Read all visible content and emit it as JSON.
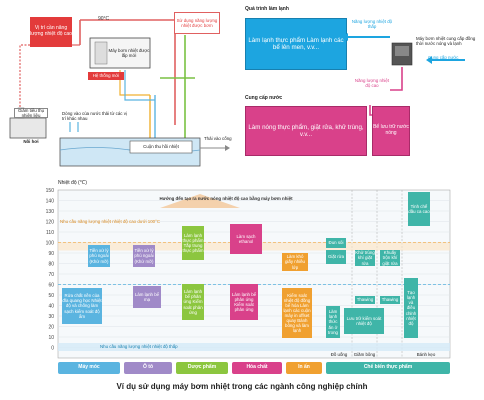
{
  "diagram_left": {
    "hot_label": "Vị trí cần năng lượng nhiệt độ cao",
    "temp_label": "90°C",
    "pump_supply_label": "Sử dụng năng lượng nhiệt được bơm",
    "new_heat_pump": "Máy bơm nhiệt được lắp mới",
    "existing_system": "Hệ thống mới",
    "boiler_label": "Giảm tiêu thụ nhiên liệu",
    "boiler": "Nồi hơi",
    "inflow_label": "Dòng vào của nước thải từ các vị trí khác nhau",
    "heat_recovery_coil": "Cuộn thu hồi nhiệt",
    "drain_label": "Thải vào cống"
  },
  "diagram_right": {
    "cooling_process_title": "Quá trình làm lạnh",
    "cooling_box": "Làm lạnh thực phẩm Làm lạnh các bể lên men, v.v...",
    "pump_heat_label": "Năng lượng nhiệt độ thấp",
    "heat_pump_desc": "Máy bơm nhiệt cung cấp đồng thời nước nóng và lạnh",
    "water_supply_label": "Cung cấp nước",
    "hot_energy_label": "Năng lượng nhiệt độ cao",
    "water_supply_title": "Cung cấp nước",
    "heating_box": "Làm nóng thực phẩm, giặt rửa, khử trùng, v.v...",
    "hot_tank": "Bể lưu trữ nước nóng"
  },
  "chart": {
    "axis_label": "Nhiệt độ (℃)",
    "y_ticks": [
      "150",
      "140",
      "130",
      "120",
      "110",
      "100",
      "90",
      "80",
      "70",
      "60",
      "50",
      "40",
      "30",
      "20",
      "10",
      "0"
    ],
    "top_banner": "Hướng đến tạo ra nước nóng nhiệt độ cao bằng máy bơm nhiệt",
    "orange_banner": "Nhu cầu năng lượng nhiệt nhiệt độ cao dưới 100°C",
    "blue_banner": "Nhu cầu năng lượng nhiệt nhiệt độ thấp",
    "caption": "Ví dụ sử dụng máy bơm nhiệt trong các ngành công nghiệp chính"
  },
  "categories": [
    {
      "label": "Máy móc",
      "color": "#5ab4e0"
    },
    {
      "label": "Ô tô",
      "color": "#a08ac8"
    },
    {
      "label": "Dược phẩm",
      "color": "#8cc63f"
    },
    {
      "label": "Hóa chất",
      "color": "#d9418a"
    },
    {
      "label": "In ấn",
      "color": "#f0a030"
    },
    {
      "label": "Chế biến thực phẩm",
      "color": "#3fb5a8"
    }
  ],
  "food_sub": [
    "Đồ uống",
    "Giăm bông",
    "Bánh kẹo"
  ],
  "bars": {
    "b1": "Tiền xử lý phủ ngoài (Khử mỡ)",
    "b2": "Tiền xử lý phủ ngoài (Khử mỡ)",
    "b3": "Làm lạnh thực phẩm Tắp trung thực phẩm",
    "b4": "Làm sạch ethanol",
    "b5": "Làm khô giấy nhiều lớp",
    "b6": "Đun sôi",
    "b7": "Giặt rửa",
    "b8": "Khử trùng khí giặt rửa",
    "b9": "Khuấy trộn khí giặt rửa",
    "b10": "Tinh chế dầu ca cao",
    "c1": "Rửa chất nền của đĩa quang học Nhiệt độ và chống làm sạch kiểm soát độ ẩm",
    "c2": "Làm lạnh bể mạ",
    "c3": "Làm lạnh bể phản ứng Kiểm soát phản ứng",
    "c4": "Làm lạnh bể phản ứng Kiểm soát phản ứng",
    "c5": "Kiểm soát nhiệt độ đồng bể hóa Làm lạnh các cuộn máy in offset quay Bánh bông và làm lạnh",
    "c6": "Thawing",
    "c7": "Thawing",
    "c8": "Làm lạnh thức ăn ở trong",
    "c9": "Lưu trữ kiểm soát nhiệt độ",
    "c10": "Tạo lạnh và điều chỉnh nhiệt độ"
  }
}
